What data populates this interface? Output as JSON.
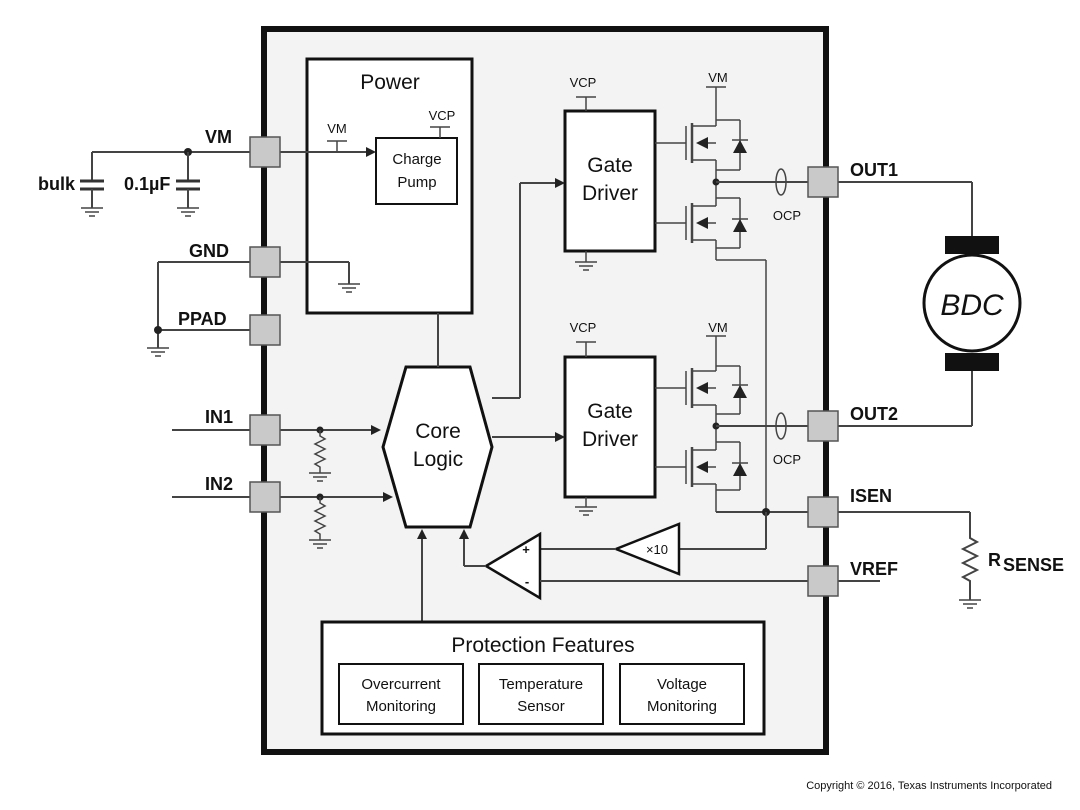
{
  "pins": {
    "vm": "VM",
    "gnd": "GND",
    "ppad": "PPAD",
    "in1": "IN1",
    "in2": "IN2",
    "out1": "OUT1",
    "out2": "OUT2",
    "isen": "ISEN",
    "vref": "VREF"
  },
  "external": {
    "bulk": "bulk",
    "cap": "0.1µF",
    "motor": "BDC",
    "rsense_main": "R",
    "rsense_sub": "SENSE"
  },
  "power_block": {
    "title": "Power",
    "vm_label": "VM",
    "vcp_label": "VCP",
    "charge_pump": [
      "Charge",
      "Pump"
    ]
  },
  "gate_driver_1": {
    "lines": [
      "Gate",
      "Driver"
    ],
    "vcp": "VCP",
    "vm": "VM"
  },
  "gate_driver_2": {
    "lines": [
      "Gate",
      "Driver"
    ],
    "vcp": "VCP",
    "vm": "VM"
  },
  "core_logic": [
    "Core",
    "Logic"
  ],
  "ocp1": "OCP",
  "ocp2": "OCP",
  "amp_gain": "×10",
  "comparator": {
    "plus": "+",
    "minus": "-"
  },
  "protection": {
    "title": "Protection Features",
    "items": [
      [
        "Overcurrent",
        "Monitoring"
      ],
      [
        "Temperature",
        "Sensor"
      ],
      [
        "Voltage",
        "Monitoring"
      ]
    ]
  },
  "copyright": "Copyright © 2016, Texas Instruments Incorporated"
}
